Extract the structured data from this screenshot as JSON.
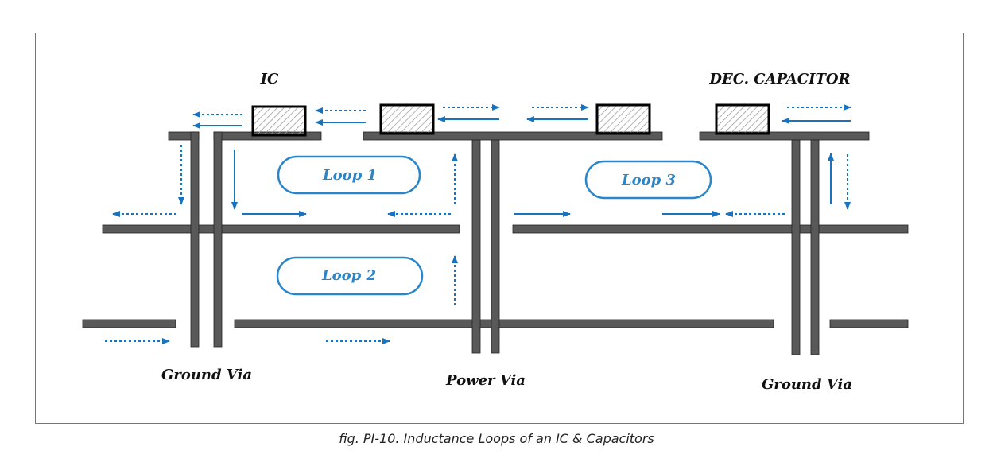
{
  "labels": {
    "ic": "IC",
    "dec_capacitor": "DEC. CAPACITOR",
    "ground_via_left": "Ground Via",
    "power_via": "Power Via",
    "ground_via_right": "Ground Via"
  },
  "loops": [
    "Loop 1",
    "Loop 2",
    "Loop 3"
  ],
  "caption": "fig. PI-10.  Inductance Loops of an IC & Capacitors",
  "colors": {
    "trace": "#595959",
    "arrow": "#1a73bf",
    "loop": "#2a86c8",
    "component_border": "#000000"
  }
}
